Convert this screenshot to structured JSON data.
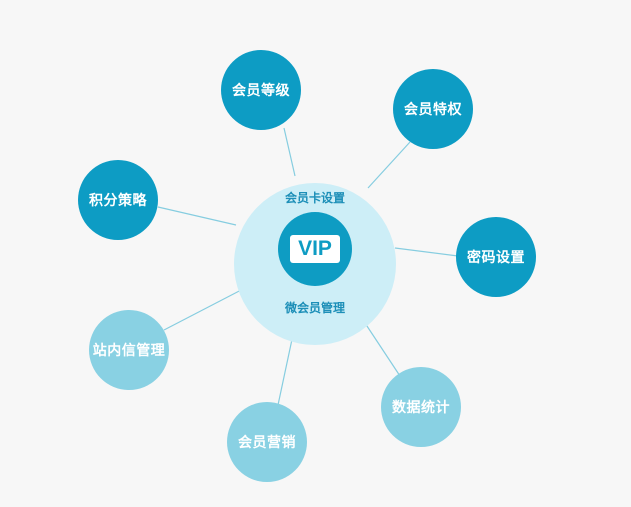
{
  "hub": {
    "top_label": "会员卡设置",
    "badge": "VIP",
    "bottom_label": "微会员管理"
  },
  "nodes": [
    {
      "label": "会员等级",
      "tone": "dark"
    },
    {
      "label": "会员特权",
      "tone": "dark"
    },
    {
      "label": "积分策略",
      "tone": "dark"
    },
    {
      "label": "密码设置",
      "tone": "dark"
    },
    {
      "label": "站内信管理",
      "tone": "light"
    },
    {
      "label": "数据统计",
      "tone": "light"
    },
    {
      "label": "会员营销",
      "tone": "light"
    }
  ],
  "colors": {
    "dark": "#0d9cc4",
    "light": "#89d1e3",
    "hub_ring": "#cdeef7",
    "link": "#86cde0"
  }
}
